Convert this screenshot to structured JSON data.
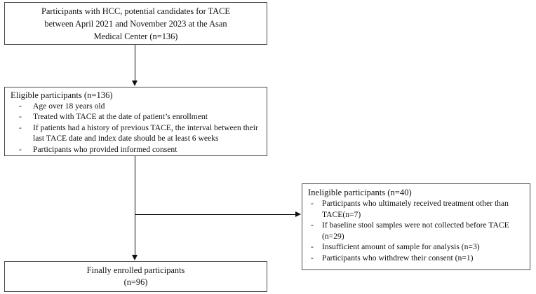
{
  "diagram": {
    "type": "participant-flow-chart",
    "nodes": {
      "screened": {
        "id": "screened",
        "line1": "Participants with HCC, potential candidates for TACE",
        "line2": "between April 2021 and November 2023 at the Asan",
        "line3": "Medical Center (n=136)",
        "count": 136
      },
      "eligible": {
        "id": "eligible",
        "title": "Eligible participants (n=136)",
        "count": 136,
        "bullet_marker": "-",
        "criteria": [
          "Age over 18 years old",
          "Treated with TACE at the date of patient’s enrollment",
          "If patients had a history of previous TACE, the interval between their last TACE date and index date should be at least 6 weeks",
          "Participants who provided informed consent"
        ]
      },
      "ineligible": {
        "id": "ineligible",
        "title": "Ineligible participants (n=40)",
        "count": 40,
        "bullet_marker": "-",
        "reasons": [
          "Participants who ultimately received treatment other than TACE(n=7)",
          "If baseline stool samples were not collected before TACE (n=29)",
          "Insufficient amount of sample for analysis (n=3)",
          "Participants who withdrew their consent (n=1)"
        ],
        "reason_counts": [
          7,
          29,
          3,
          1
        ]
      },
      "enrolled": {
        "id": "enrolled",
        "line1": "Finally enrolled participants",
        "line2": "(n=96)",
        "count": 96
      }
    },
    "edges": [
      {
        "id": "screened-to-eligible",
        "from": "screened",
        "to": "eligible",
        "direction": "down"
      },
      {
        "id": "eligible-to-enrolled",
        "from": "eligible",
        "to": "enrolled",
        "direction": "down"
      },
      {
        "id": "eligible-to-ineligible",
        "from": "eligible",
        "to": "ineligible",
        "direction": "right"
      }
    ],
    "colors": {
      "background": "#ffffff",
      "box_border": "#4d4d4d",
      "connector": "#111111",
      "text": "#111111"
    }
  }
}
